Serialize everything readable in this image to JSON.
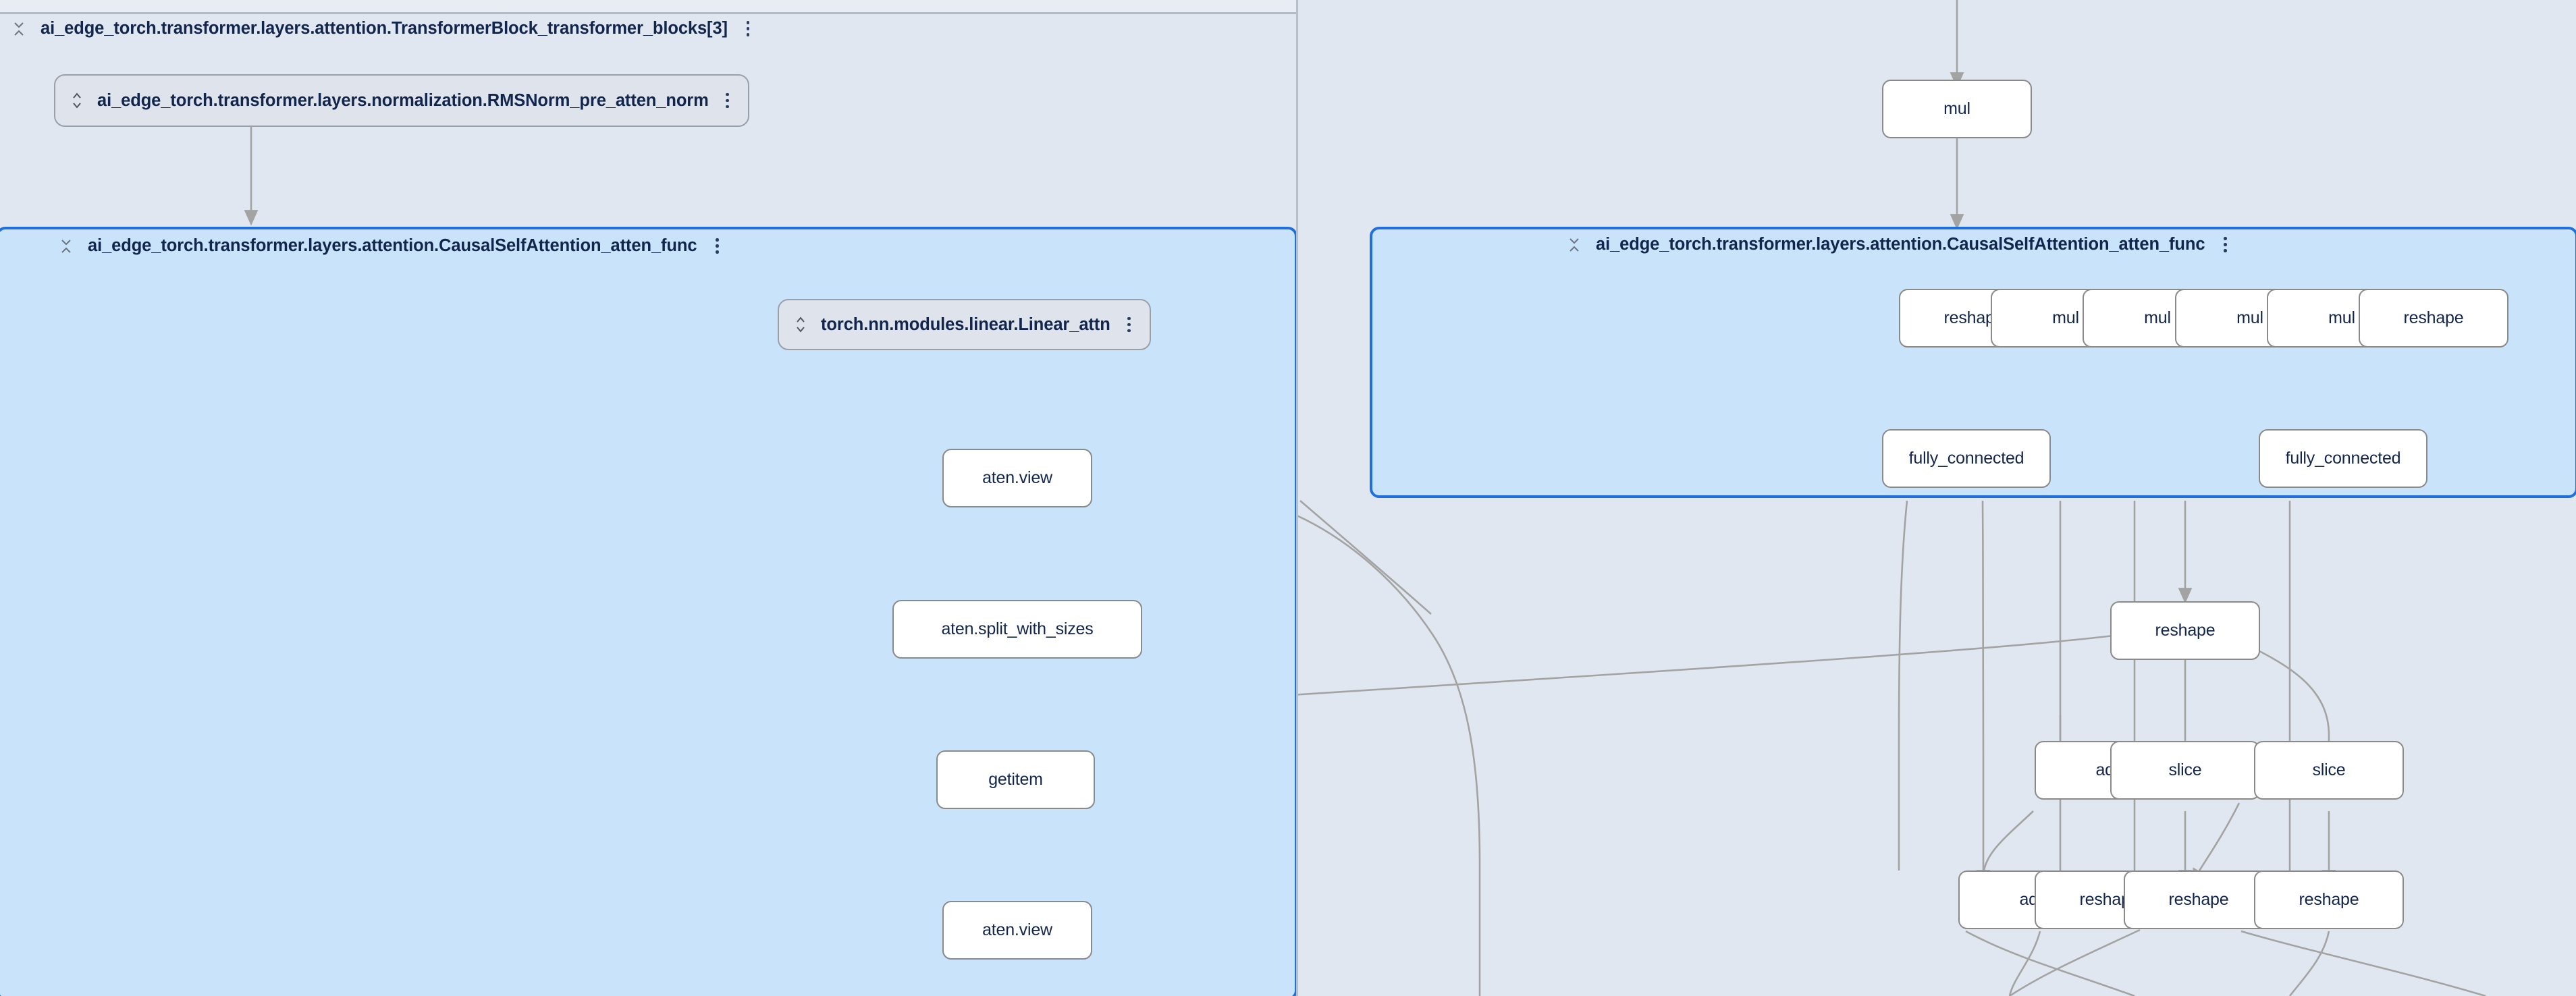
{
  "app": {
    "background_color": "#e1e7f0",
    "selected_group_fill": "#c9e3fa",
    "selected_group_border": "#1f6fdd",
    "node_fill": "#ffffff",
    "node_border": "#8a8a8a",
    "edge_color": "#a3a3a3",
    "text_color": "#12254d",
    "panel_divider_color": "#b9bfc9"
  },
  "panels": [
    {
      "id": "left",
      "groups": [
        {
          "id": "transformer-block",
          "title": "ai_edge_torch.transformer.layers.attention.TransformerBlock_transformer_blocks[3]",
          "collapse_icon": "collapse-icon",
          "menu_icon": "kebab-menu-icon",
          "selected": false
        },
        {
          "id": "causal-self-attention-left",
          "title": "ai_edge_torch.transformer.layers.attention.CausalSelfAttention_atten_func",
          "collapse_icon": "collapse-icon",
          "menu_icon": "kebab-menu-icon",
          "selected": true
        }
      ],
      "layer_chips": [
        {
          "id": "rmsnorm",
          "label": "ai_edge_torch.transformer.layers.normalization.RMSNorm_pre_atten_norm",
          "expand_icon": "expand-icon",
          "menu_icon": "kebab-menu-icon"
        },
        {
          "id": "linear-attn",
          "label": "torch.nn.modules.linear.Linear_attn",
          "expand_icon": "expand-icon",
          "menu_icon": "kebab-menu-icon"
        }
      ],
      "op_nodes": [
        {
          "id": "l-view-1",
          "label": "aten.view"
        },
        {
          "id": "l-split",
          "label": "aten.split_with_sizes"
        },
        {
          "id": "l-getitem",
          "label": "getitem"
        },
        {
          "id": "l-view-2",
          "label": "aten.view"
        }
      ]
    },
    {
      "id": "right",
      "groups": [
        {
          "id": "causal-self-attention-right",
          "title": "ai_edge_torch.transformer.layers.attention.CausalSelfAttention_atten_func",
          "collapse_icon": "collapse-icon",
          "menu_icon": "kebab-menu-icon",
          "selected": true
        }
      ],
      "op_nodes": [
        {
          "id": "r-mul-top",
          "label": "mul"
        },
        {
          "id": "r-reshape-1",
          "label": "reshape"
        },
        {
          "id": "r-mul-1",
          "label": "mul"
        },
        {
          "id": "r-mul-2",
          "label": "mul"
        },
        {
          "id": "r-mul-3",
          "label": "mul"
        },
        {
          "id": "r-mul-4",
          "label": "mul"
        },
        {
          "id": "r-reshape-2",
          "label": "reshape"
        },
        {
          "id": "r-fc-1",
          "label": "fully_connected"
        },
        {
          "id": "r-fc-2",
          "label": "fully_connected"
        },
        {
          "id": "r-reshape-3",
          "label": "reshape"
        },
        {
          "id": "r-add-1",
          "label": "add"
        },
        {
          "id": "r-slice-1",
          "label": "slice"
        },
        {
          "id": "r-slice-2",
          "label": "slice"
        },
        {
          "id": "r-add-2",
          "label": "add"
        },
        {
          "id": "r-reshape-4",
          "label": "reshape"
        },
        {
          "id": "r-reshape-5",
          "label": "reshape"
        },
        {
          "id": "r-reshape-6",
          "label": "reshape"
        }
      ]
    }
  ]
}
